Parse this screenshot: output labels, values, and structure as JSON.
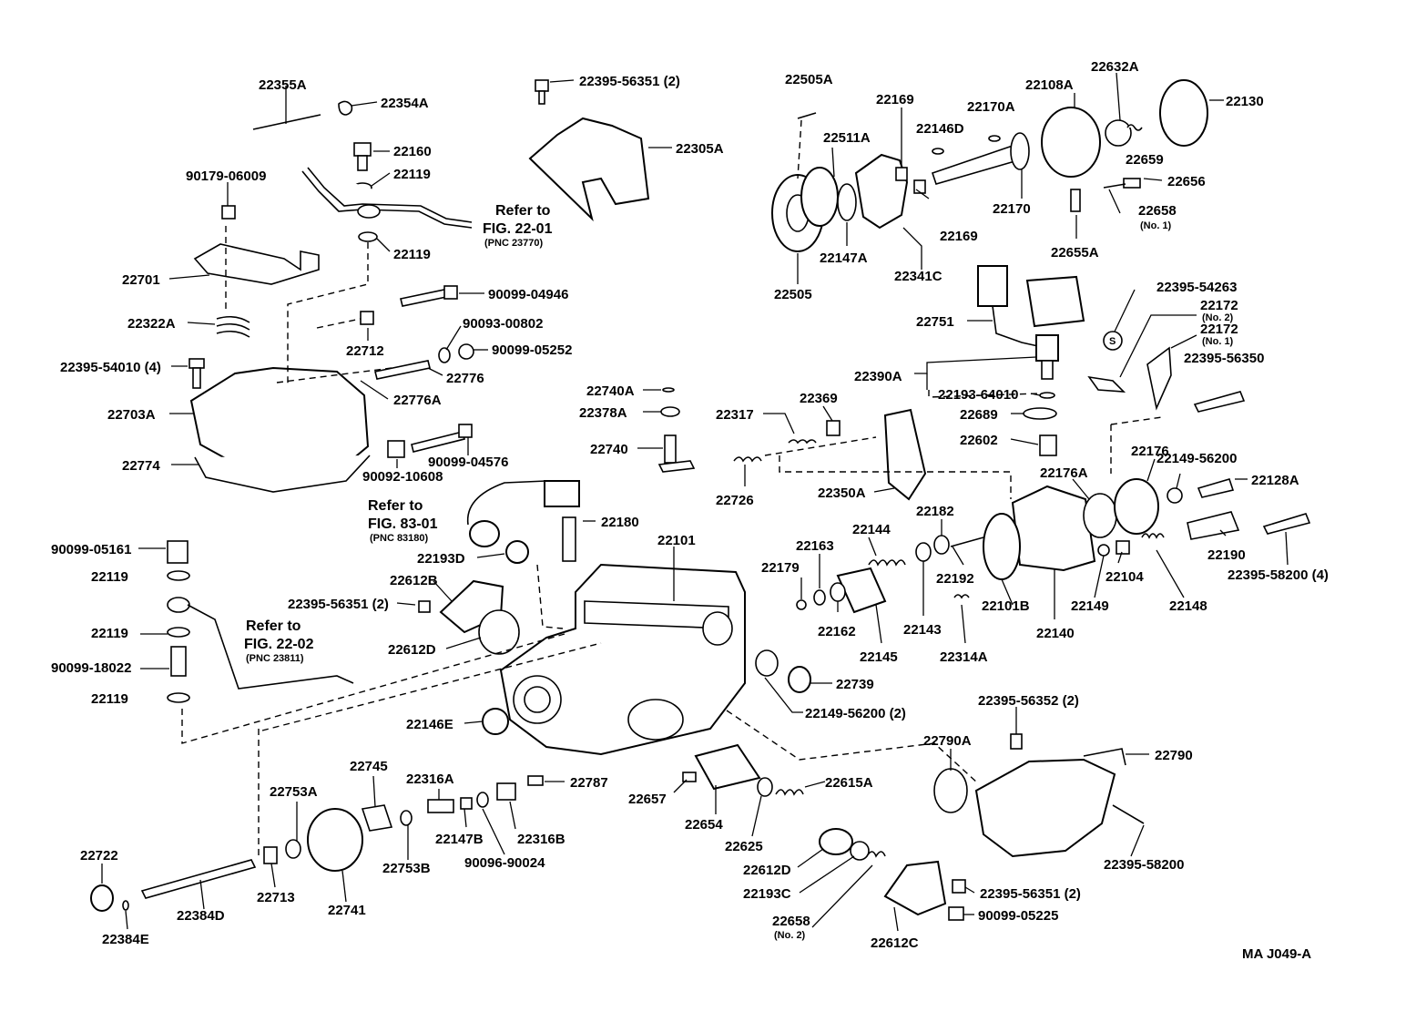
{
  "labels": {
    "l22355A": "22355A",
    "l22354A": "22354A",
    "l22160": "22160",
    "l22119a": "22119",
    "l90179": "90179-06009",
    "l22119b": "22119",
    "l22701": "22701",
    "l90099_04946": "90099-04946",
    "l22322A": "22322A",
    "l90093": "90093-00802",
    "l22712": "22712",
    "l90099_05252": "90099-05252",
    "l22395_54010": "22395-54010 (4)",
    "l22776": "22776",
    "l22776A": "22776A",
    "l22703A": "22703A",
    "l22774": "22774",
    "l90092": "90092-10608",
    "l90099_04576": "90099-04576",
    "l90099_05161": "90099-05161",
    "l22119c": "22119",
    "l22119d": "22119",
    "l90099_18022": "90099-18022",
    "l22119e": "22119",
    "l22395_56351_top": "22395-56351 (2)",
    "l22305A": "22305A",
    "l22505A": "22505A",
    "l22169a": "22169",
    "l22170A": "22170A",
    "l22108A": "22108A",
    "l22632A": "22632A",
    "l22130": "22130",
    "l22511A": "22511A",
    "l22146D": "22146D",
    "l22659": "22659",
    "l22656": "22656",
    "l22170": "22170",
    "l22658": "22658",
    "l22658n1": "(No. 1)",
    "l22169b": "22169",
    "l22147A": "22147A",
    "l22341C": "22341C",
    "l22655A": "22655A",
    "l22505": "22505",
    "l22751": "22751",
    "l22395_54263": "22395-54263",
    "l22172a": "22172",
    "l22172an": "(No. 2)",
    "l22172b": "22172",
    "l22172bn": "(No. 1)",
    "l22395_56350": "22395-56350",
    "l22390A": "22390A",
    "l22193_64010": "22193-64010",
    "l22740A": "22740A",
    "l22378A": "22378A",
    "l22317": "22317",
    "l22369": "22369",
    "l22689": "22689",
    "l22602": "22602",
    "l22740": "22740",
    "l22726": "22726",
    "l22350A": "22350A",
    "l22149_56200": "22149-56200",
    "l22176": "22176",
    "l22176A": "22176A",
    "l22128A": "22128A",
    "l22180": "22180",
    "l22193D": "22193D",
    "l22101": "22101",
    "l22182": "22182",
    "l22144": "22144",
    "l22163": "22163",
    "l22179": "22179",
    "l22192": "22192",
    "l22104": "22104",
    "l22190": "22190",
    "l22395_58200_4": "22395-58200 (4)",
    "l22612B": "22612B",
    "l22395_56351_mid": "22395-56351 (2)",
    "l22162": "22162",
    "l22143": "22143",
    "l22101B": "22101B",
    "l22149": "22149",
    "l22148": "22148",
    "l22140": "22140",
    "l22612D": "22612D",
    "l22145": "22145",
    "l22314A": "22314A",
    "l22739": "22739",
    "l22149_56200_2": "22149-56200 (2)",
    "l22146E": "22146E",
    "l22395_56352": "22395-56352 (2)",
    "l22790A": "22790A",
    "l22790": "22790",
    "l22745": "22745",
    "l22316A": "22316A",
    "l22787": "22787",
    "l22753A": "22753A",
    "l22615A": "22615A",
    "l22657": "22657",
    "l22654": "22654",
    "l22147B": "22147B",
    "l22316B": "22316B",
    "l22625": "22625",
    "l22753B": "22753B",
    "l90096": "90096-90024",
    "l22395_58200": "22395-58200",
    "l22722": "22722",
    "l22612D_b": "22612D",
    "l22193C": "22193C",
    "l22395_56351_bot": "22395-56351 (2)",
    "l22713": "22713",
    "l22741": "22741",
    "l22384D": "22384D",
    "l22658b": "22658",
    "l22658n2": "(No. 2)",
    "l90099_05225": "90099-05225",
    "l22384E": "22384E",
    "l22612C": "22612C",
    "s_mark": "S"
  },
  "refs": [
    {
      "line1": "Refer to",
      "line2": "FIG. 22-01",
      "pnc": "(PNC 23770)"
    },
    {
      "line1": "Refer to",
      "line2": "FIG. 83-01",
      "pnc": "(PNC 83180)"
    },
    {
      "line1": "Refer to",
      "line2": "FIG. 22-02",
      "pnc": "(PNC 23811)"
    }
  ],
  "footer": {
    "code": "MA  J049-A"
  }
}
